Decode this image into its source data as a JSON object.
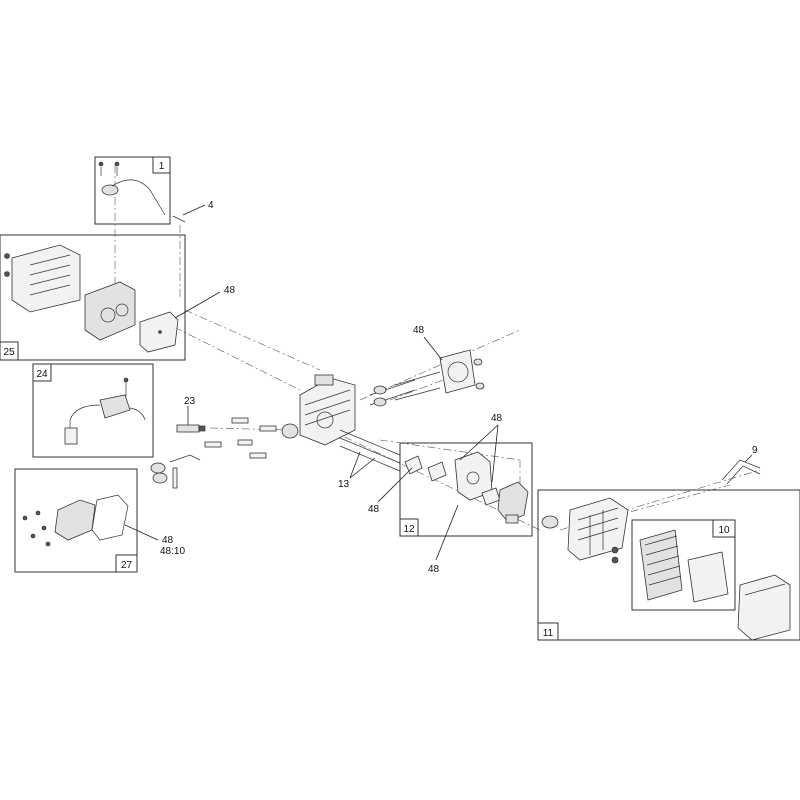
{
  "group_labels": {
    "g1": "1",
    "g10": "10",
    "g11": "11",
    "g12": "12",
    "g24": "24",
    "g25": "25",
    "g27": "27"
  },
  "callouts": {
    "c4": "4",
    "c9": "9",
    "c13": "13",
    "c23": "23",
    "c48_muffler_gasket": "48",
    "c48_head_gasket": "48",
    "c48_intake_gaskets": "48",
    "c48_insulator": "48",
    "c48_carb_gasket": "48",
    "c48_cover_gasket": "48",
    "c48_10": "48:10"
  }
}
